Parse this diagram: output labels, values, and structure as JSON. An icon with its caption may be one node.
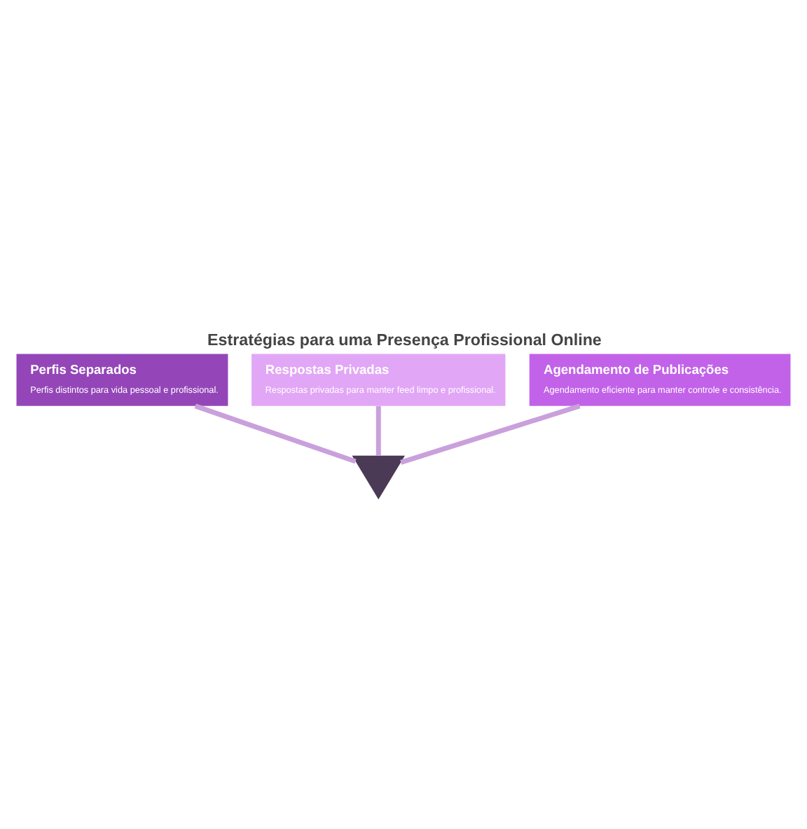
{
  "diagram": {
    "title": "Estratégias para uma Presença Profissional Online",
    "nodes": [
      {
        "text": [
          "Respostas Privadas",
          "Respostas privadas para manter feed limpo e profissional."
        ]
      },
      {
        "text": [
          "Perfis Separados",
          "Perfis distintos para vida pessoal e profissional."
        ]
      },
      {
        "text": [
          "Agendamento de Publicações",
          "Agendamento eficiente para manter controle e consistência."
        ]
      },
      {
        "text": [],
        "shape": "triangle"
      }
    ],
    "edges": [
      {
        "from": 0,
        "to": 3,
        "arrow": "none"
      },
      {
        "from": 1,
        "to": 3,
        "arrow": "none"
      },
      {
        "from": 2,
        "to": 3,
        "arrow": "none"
      }
    ]
  }
}
